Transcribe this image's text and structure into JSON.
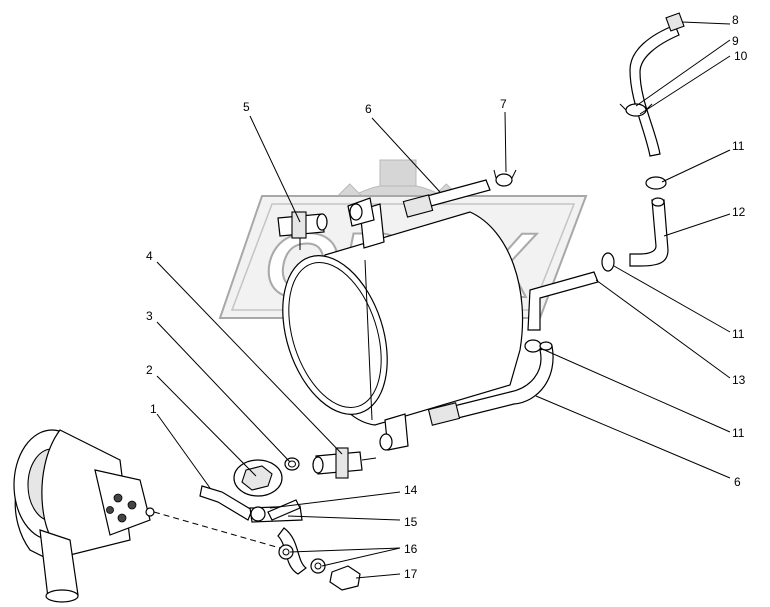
{
  "watermark": {
    "text": "OPEX"
  },
  "callouts": [
    {
      "id": "c1",
      "label": "1"
    },
    {
      "id": "c2",
      "label": "2"
    },
    {
      "id": "c3",
      "label": "3"
    },
    {
      "id": "c4",
      "label": "4"
    },
    {
      "id": "c5",
      "label": "5"
    },
    {
      "id": "c6a",
      "label": "6"
    },
    {
      "id": "c6b",
      "label": "6"
    },
    {
      "id": "c7",
      "label": "7"
    },
    {
      "id": "c8",
      "label": "8"
    },
    {
      "id": "c9",
      "label": "9"
    },
    {
      "id": "c10",
      "label": "10"
    },
    {
      "id": "c11a",
      "label": "11"
    },
    {
      "id": "c11b",
      "label": "11"
    },
    {
      "id": "c11c",
      "label": "11"
    },
    {
      "id": "c12",
      "label": "12"
    },
    {
      "id": "c13",
      "label": "13"
    },
    {
      "id": "c14",
      "label": "14"
    },
    {
      "id": "c15",
      "label": "15"
    },
    {
      "id": "c16",
      "label": "16"
    },
    {
      "id": "c17",
      "label": "17"
    }
  ]
}
